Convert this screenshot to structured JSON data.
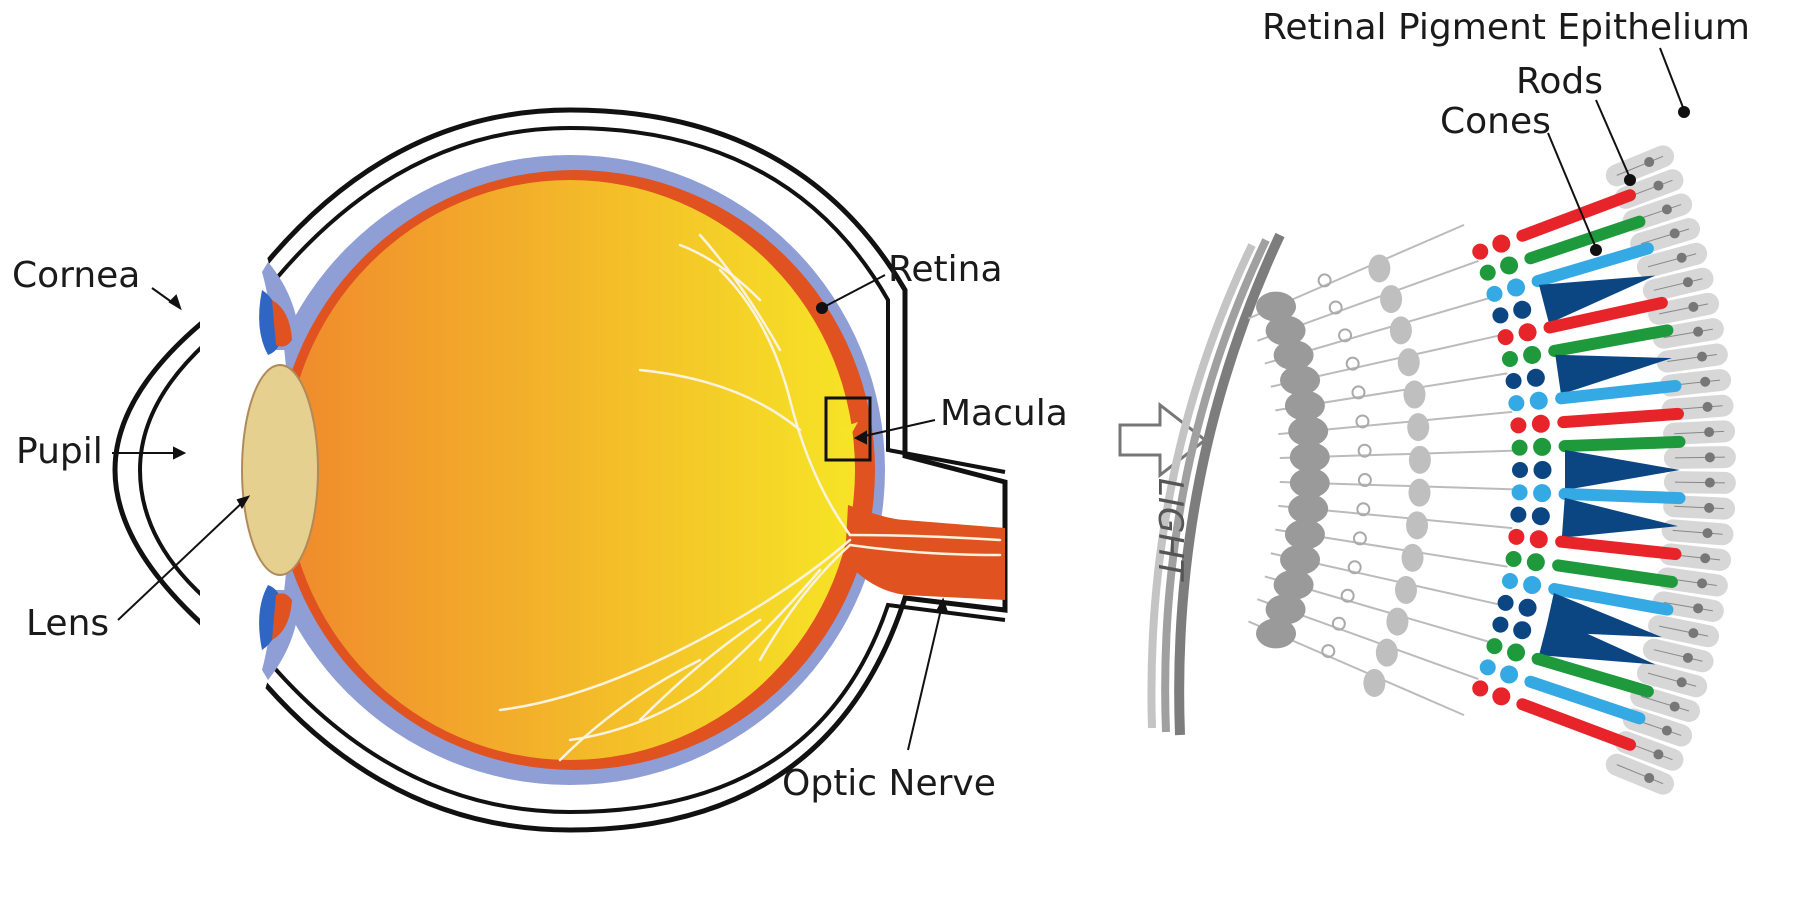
{
  "labels": {
    "cornea": "Cornea",
    "pupil": "Pupil",
    "lens": "Lens",
    "retina": "Retina",
    "macula": "Macula",
    "optic_nerve": "Optic Nerve",
    "light": "LIGHT",
    "rpe": "Retinal Pigment Epithelium",
    "rods": "Rods",
    "cones": "Cones"
  },
  "colors": {
    "sclera_fill": "#ffffff",
    "outline": "#111111",
    "choroid": "#8f9fd6",
    "retina_layer": "#e0521f",
    "vitreous_orange": "#f2952f",
    "vitreous_yellow": "#f6e426",
    "lens": "#e6d08f",
    "iris": "#2f66c4",
    "vessels": "#fbf3df",
    "rod_red": "#e8242b",
    "rod_green": "#1e9a3c",
    "cone_light_blue": "#35a9e3",
    "cone_dark_blue": "#0b4683",
    "neuron_gray": "#9a9a9a",
    "rpe_cell_fill": "#d7d7d7"
  },
  "photoreceptors": [
    "rod_red",
    "rod_green",
    "cone_light_blue",
    "cone_dark_blue",
    "rod_red",
    "rod_green",
    "cone_dark_blue",
    "cone_light_blue",
    "rod_red",
    "rod_green",
    "cone_dark_blue",
    "cone_light_blue",
    "cone_dark_blue",
    "rod_red",
    "rod_green",
    "cone_light_blue",
    "cone_dark_blue",
    "cone_dark_blue",
    "rod_green",
    "cone_light_blue",
    "rod_red"
  ]
}
